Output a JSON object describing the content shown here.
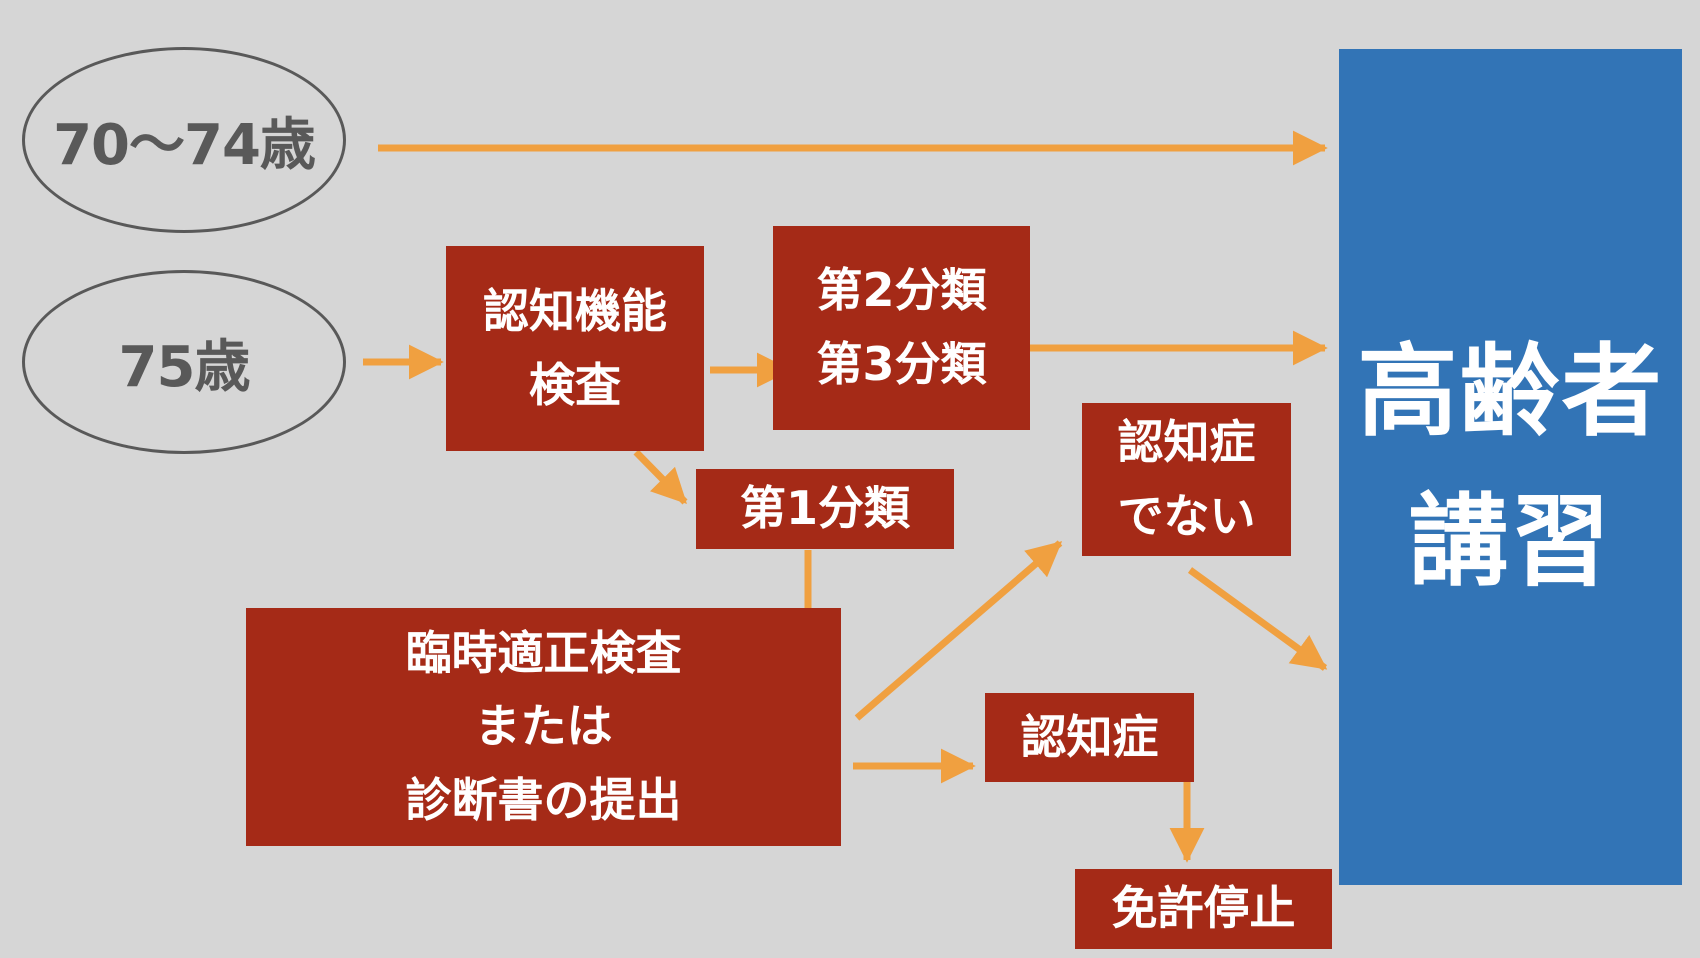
{
  "colors": {
    "background": "#d6d6d6",
    "box_fill": "#a52a17",
    "target_fill": "#3274b6",
    "arrow": "#f0a040",
    "ellipse_stroke": "#595959"
  },
  "nodes": {
    "age_70_74": "70〜74歳",
    "age_75": "75歳",
    "cognitive_test": "認知機能\n検査",
    "category_2_3": "第2分類\n第3分類",
    "category_1": "第1分類",
    "special_exam": "臨時適正検査\nまたは\n診断書の提出",
    "not_dementia": "認知症\nでない",
    "dementia": "認知症",
    "license_suspension": "免許停止",
    "elderly_course": "高齢者\n講習"
  }
}
